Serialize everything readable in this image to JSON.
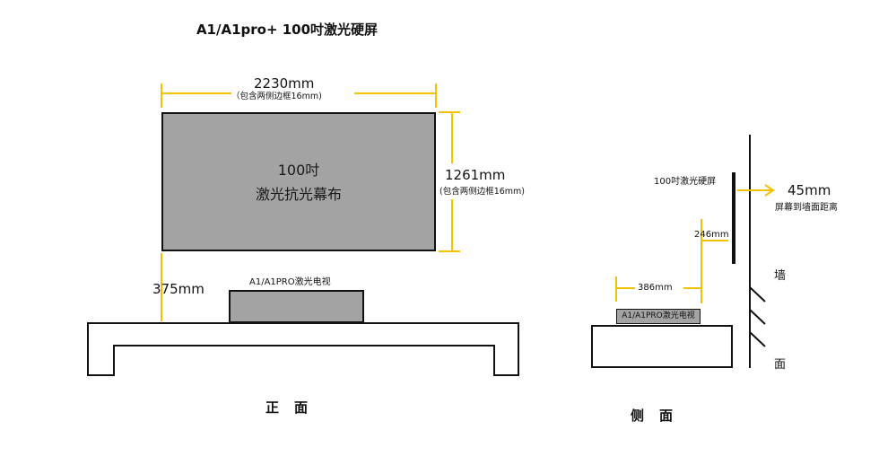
{
  "title": "A1/A1pro+ 100吋激光硬屏",
  "front": {
    "width_value": "2230mm",
    "width_note": "（包含两侧边框16mm)",
    "screen_line1": "100吋",
    "screen_line2": "激光抗光幕布",
    "height_value": "1261mm",
    "height_note": "(包含两侧边框16mm)",
    "tv_label": "A1/A1PRO激光电视",
    "gap_value": "375mm",
    "caption": "正　面"
  },
  "side": {
    "screen_label": "100吋激光硬屏",
    "distance_value": "45mm",
    "distance_note": "屏幕到墙面距离",
    "height_value": "246mm",
    "depth_value": "386mm",
    "tv_label": "A1/A1PRO激光电视",
    "wall_top": "墙",
    "wall_bottom": "面",
    "caption": "侧　面"
  },
  "colors": {
    "dimension_line": "#f2c200",
    "device_fill": "#a3a3a3",
    "outline": "#111111"
  }
}
